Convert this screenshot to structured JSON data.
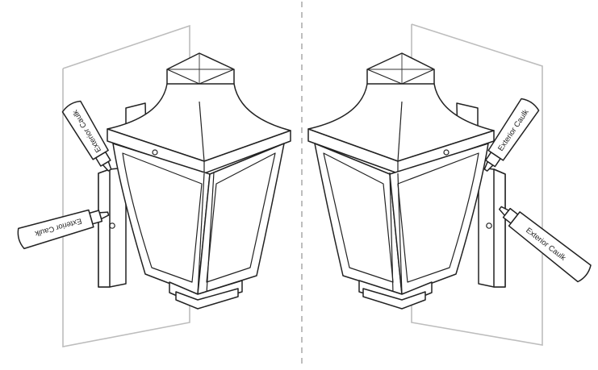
{
  "caulk_labels": {
    "left_top": "Exterior Caulk",
    "left_bottom": "Exterior Caulk",
    "right_top": "Exterior Caulk",
    "right_bottom": "Exterior Caulk"
  },
  "colors": {
    "line": "#222222",
    "wall": "#bdbdbd",
    "divider": "#9a9a9a",
    "background": "#ffffff"
  }
}
